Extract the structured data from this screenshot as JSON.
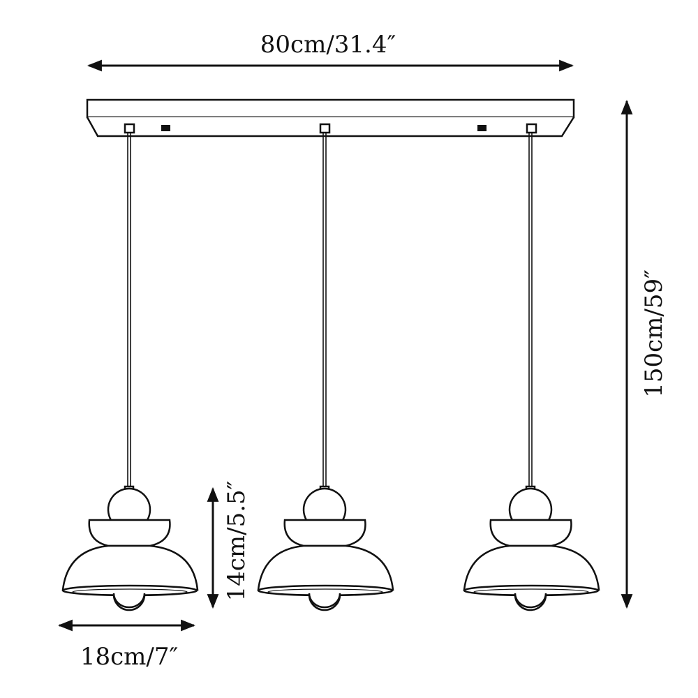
{
  "title": "Three-light linear pendant dimensions",
  "dimensions": {
    "total_width": "80cm/31.4″",
    "total_height": "150cm/59″",
    "shade_height": "14cm/5.5″",
    "shade_width": "18cm/7″"
  },
  "pendant_count": 3,
  "colors": {
    "line": "#111111",
    "background": "#ffffff"
  }
}
